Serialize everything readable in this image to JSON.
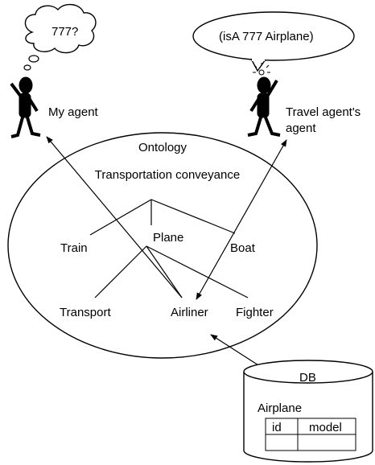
{
  "thoughts": {
    "my_agent_thought": "777?",
    "travel_agent_speech": "(isA 777 Airplane)"
  },
  "agents": {
    "my_agent": "My agent",
    "travel_agent_line1": "Travel agent's",
    "travel_agent_line2": "agent"
  },
  "ontology": {
    "title": "Ontology",
    "root": "Transportation conveyance",
    "nodes": {
      "train": "Train",
      "plane": "Plane",
      "boat": "Boat",
      "transport": "Transport",
      "airliner": "Airliner",
      "fighter": "Fighter"
    }
  },
  "db": {
    "title": "DB",
    "table_name": "Airplane",
    "columns": [
      "id",
      "model"
    ]
  }
}
